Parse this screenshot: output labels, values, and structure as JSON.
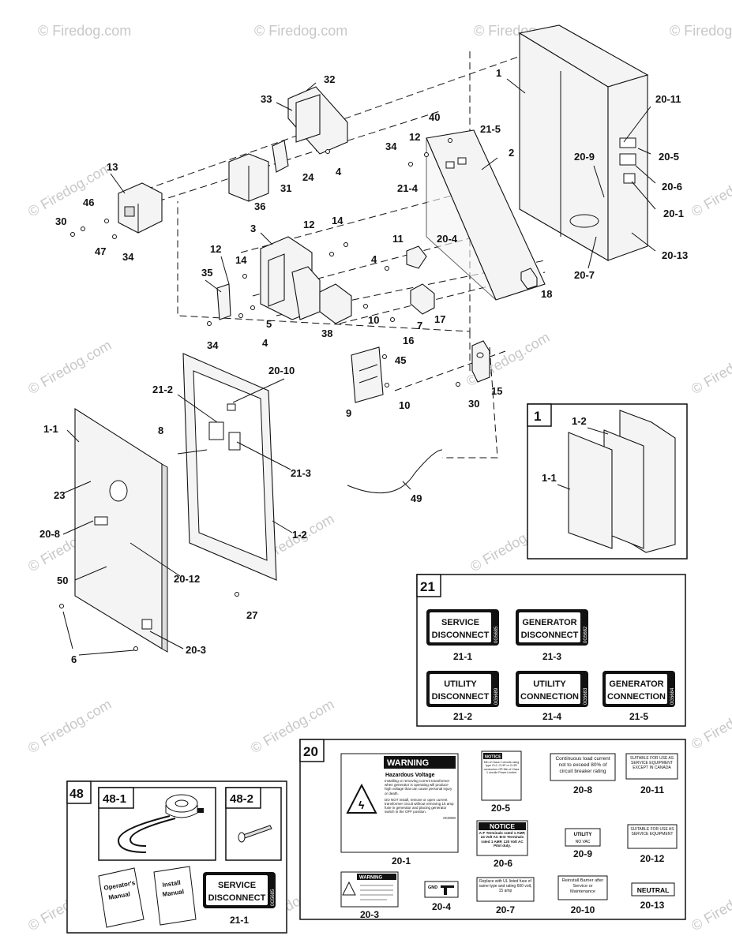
{
  "watermark": "© Firedog.com",
  "callouts": [
    "1",
    "1-1",
    "1-2",
    "2",
    "3",
    "4",
    "4",
    "4",
    "5",
    "6",
    "7",
    "8",
    "9",
    "10",
    "10",
    "11",
    "12",
    "12",
    "12",
    "13",
    "14",
    "14",
    "15",
    "16",
    "17",
    "18",
    "20-1",
    "20-3",
    "20-4",
    "20-5",
    "20-6",
    "20-7",
    "20-8",
    "20-9",
    "20-10",
    "20-11",
    "20-12",
    "20-13",
    "21-2",
    "21-3",
    "21-4",
    "21-5",
    "23",
    "24",
    "27",
    "30",
    "30",
    "31",
    "32",
    "33",
    "34",
    "34",
    "34",
    "35",
    "36",
    "38",
    "40",
    "45",
    "46",
    "47",
    "49",
    "50"
  ],
  "inset1": {
    "id": "1",
    "labels": [
      "1-2",
      "1-1"
    ]
  },
  "inset21": {
    "id": "21",
    "labels": [
      {
        "line1": "SERVICE",
        "line2": "DISCONNECT",
        "code": "0G5685",
        "ref": "21-1"
      },
      {
        "line1": "GENERATOR",
        "line2": "DISCONNECT",
        "code": "0G5682",
        "ref": "21-3"
      },
      {
        "line1": "UTILITY",
        "line2": "DISCONNECT",
        "code": "0G5689",
        "ref": "21-2"
      },
      {
        "line1": "UTILITY",
        "line2": "CONNECTION",
        "code": "0G5683",
        "ref": "21-4"
      },
      {
        "line1": "GENERATOR",
        "line2": "CONNECTION",
        "code": "0G5684",
        "ref": "21-5"
      }
    ]
  },
  "inset20": {
    "id": "20",
    "warning_title": "WARNING",
    "warning_sub": "Hazardous Voltage",
    "warning_text1": "Installing or removing current transformer when generator is operating will produce high voltage that can cause personal injury or death.",
    "warning_text2": "DO NOT install, remove or open current transformer circuit without removing 15 amp fuse in generator and placing generator switch in the OFF position.",
    "warning_code": "0C0000",
    "notice1_title": "NOTICE",
    "notice1_text": "Min of Class 2 circuits using type CL2, CL3P or CL3R conductors OR Min of Class 1 circuits Power Limited",
    "notice2_title": "NOTICE",
    "notice2_text": "A-F Terminals rated 1 AMP, 24 Volt AC B-D Terminals rated 1 AMP, 120 Volt AC Pilot duty.",
    "load_text": "Continuous load current not to exceed 80% of circuit breaker rating",
    "suitable1_text": "SUITABLE FOR USE AS SERVICE EQUIPMENT EXCEPT IN CANADA",
    "suitable2_text": "SUITABLE FOR USE AS SERVICE EQUIPMENT",
    "utility_text": "UTILITY",
    "utility_sub": "NO VAC",
    "warning_small": "WARNING",
    "gnd_text": "GND",
    "replace_text": "Replace with UL listed fuse of same type and rating 600 volt, 15 amp",
    "reinstall_text": "Reinstall Barrier after Service or Maintenance",
    "neutral_text": "NEUTRAL",
    "refs": [
      "20-1",
      "20-5",
      "20-8",
      "20-11",
      "20-6",
      "20-9",
      "20-12",
      "20-3",
      "20-4",
      "20-7",
      "20-10",
      "20-13"
    ]
  },
  "inset48": {
    "id": "48",
    "sub1": "48-1",
    "sub2": "48-2",
    "manual1_line1": "Operator's",
    "manual1_line2": "Manual",
    "manual2_line1": "Install",
    "manual2_line2": "Manual",
    "label_line1": "SERVICE",
    "label_line2": "DISCONNECT",
    "label_code": "0G5685",
    "ref": "21-1"
  }
}
